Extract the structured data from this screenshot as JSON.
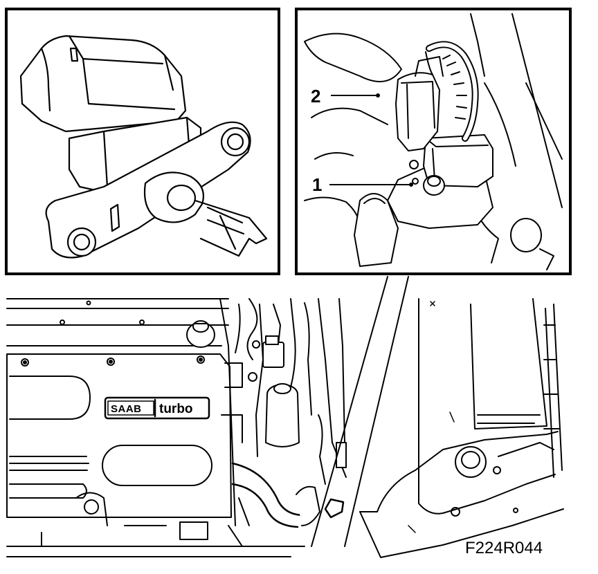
{
  "callouts": {
    "one": "1",
    "two": "2"
  },
  "badge": {
    "brand": "SAAB",
    "model": "turbo"
  },
  "figure_id": "F224R044"
}
